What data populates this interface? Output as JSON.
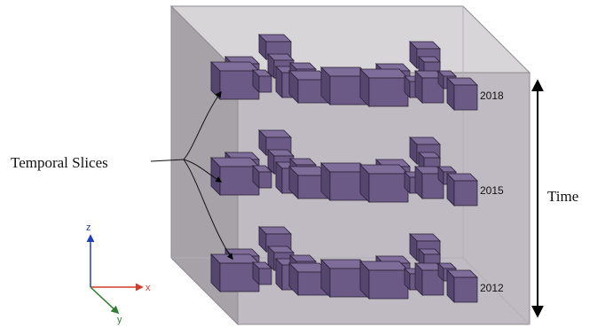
{
  "diagram": {
    "label_temporal_slices": "Temporal Slices",
    "label_time": "Time",
    "slices": [
      {
        "year": "2018"
      },
      {
        "year": "2015"
      },
      {
        "year": "2012"
      }
    ],
    "axes": {
      "x": "x",
      "y": "y",
      "z": "z"
    },
    "colors": {
      "cube_front": "#c0bbc2",
      "cube_side": "#a6a2a8",
      "cube_top": "#d8d5d9",
      "block_front": "#6b5a86",
      "block_top": "#7d6d98",
      "block_side": "#554670",
      "x_axis": "#d23a2a",
      "y_axis": "#2e7d32",
      "z_axis": "#1f3fb8"
    }
  }
}
